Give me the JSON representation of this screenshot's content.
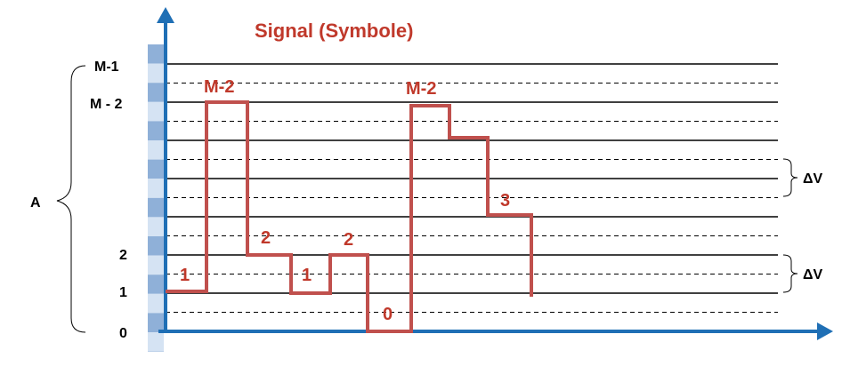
{
  "title": "Signal (Symbole)",
  "y_labels": [
    "M-1",
    "M - 2",
    "2",
    "1",
    "0"
  ],
  "amplitude_label": "A",
  "delta_labels": [
    "ΔV",
    "ΔV"
  ],
  "symbol_labels": [
    "1",
    "M-2",
    "2",
    "1",
    "2",
    "0",
    "M-2",
    "3"
  ],
  "colors": {
    "axis": "#1f6fb5",
    "signal": "#c0504d",
    "label": "#c0392b",
    "band_dark": "#8fb0d8",
    "band_light": "#d5e3f3"
  }
}
